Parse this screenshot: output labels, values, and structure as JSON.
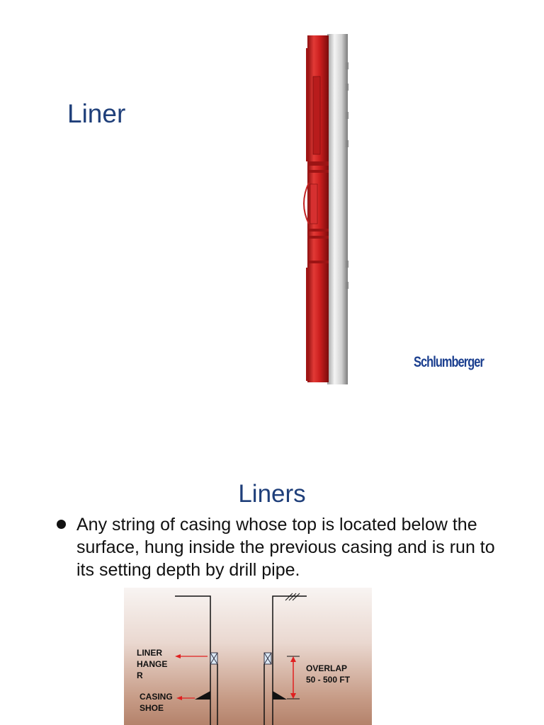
{
  "slide1": {
    "title": "Liner",
    "logo_text": "Schlumberger",
    "tool_icon": "liner-hanger-tool"
  },
  "slide2": {
    "title": "Liners",
    "bullet": "Any string of casing whose top is located below the surface, hung inside the previous casing and is run to its setting depth by drill pipe.",
    "diagram": {
      "liner_hanger_label": "LINER\nHANGE\nR",
      "casing_shoe_label": "CASING\nSHOE",
      "overlap_label": "OVERLAP\n50 - 500 FT",
      "colors": {
        "arrow": "#e02020",
        "line": "#111111"
      }
    }
  }
}
